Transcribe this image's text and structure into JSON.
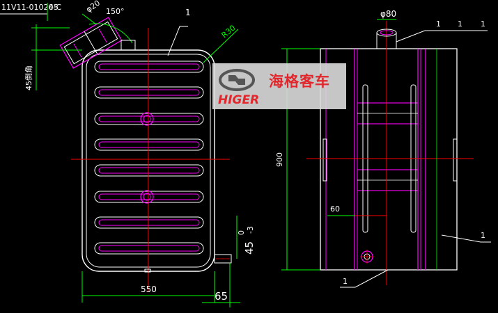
{
  "drawing": {
    "part_number": "11V11-01020-C",
    "dim_top_45": "45",
    "dim_phi_20": "φ20",
    "angle_150": "150°",
    "radius_R30": "R30",
    "side_note_45": "45倒角",
    "width_550": "550",
    "offset_65": "65",
    "tol_45": "45",
    "tol_upper": "0",
    "tol_lower": "-3",
    "phi_80": "φ80",
    "height_900": "900",
    "dim_60": "60",
    "leader_mark": "1"
  },
  "watermark": {
    "brand_cn": "海格客车",
    "brand_en": "HIGER"
  },
  "colors": {
    "background": "#000000",
    "outline": "#ffffff",
    "center_line": "#ff0000",
    "dimension": "#00ff00",
    "hidden": "#ff00ff",
    "watermark_bg": "#dcdcdc",
    "brand": "#e2262b"
  }
}
